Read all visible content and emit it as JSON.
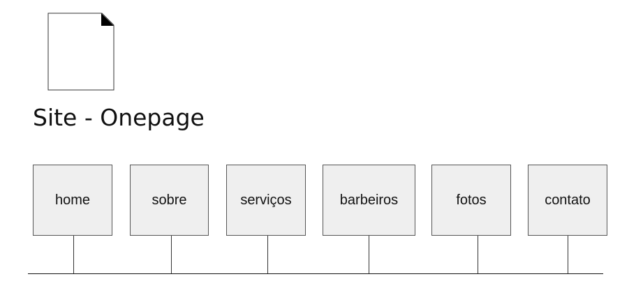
{
  "title": "Site - Onepage",
  "icons": {
    "document": "document-icon"
  },
  "colors": {
    "box_fill": "#efefef",
    "box_border": "#555555",
    "line": "#111111"
  },
  "pages": [
    {
      "label": "home"
    },
    {
      "label": "sobre"
    },
    {
      "label": "serviços"
    },
    {
      "label": "barbeiros"
    },
    {
      "label": "fotos"
    },
    {
      "label": "contato"
    }
  ]
}
